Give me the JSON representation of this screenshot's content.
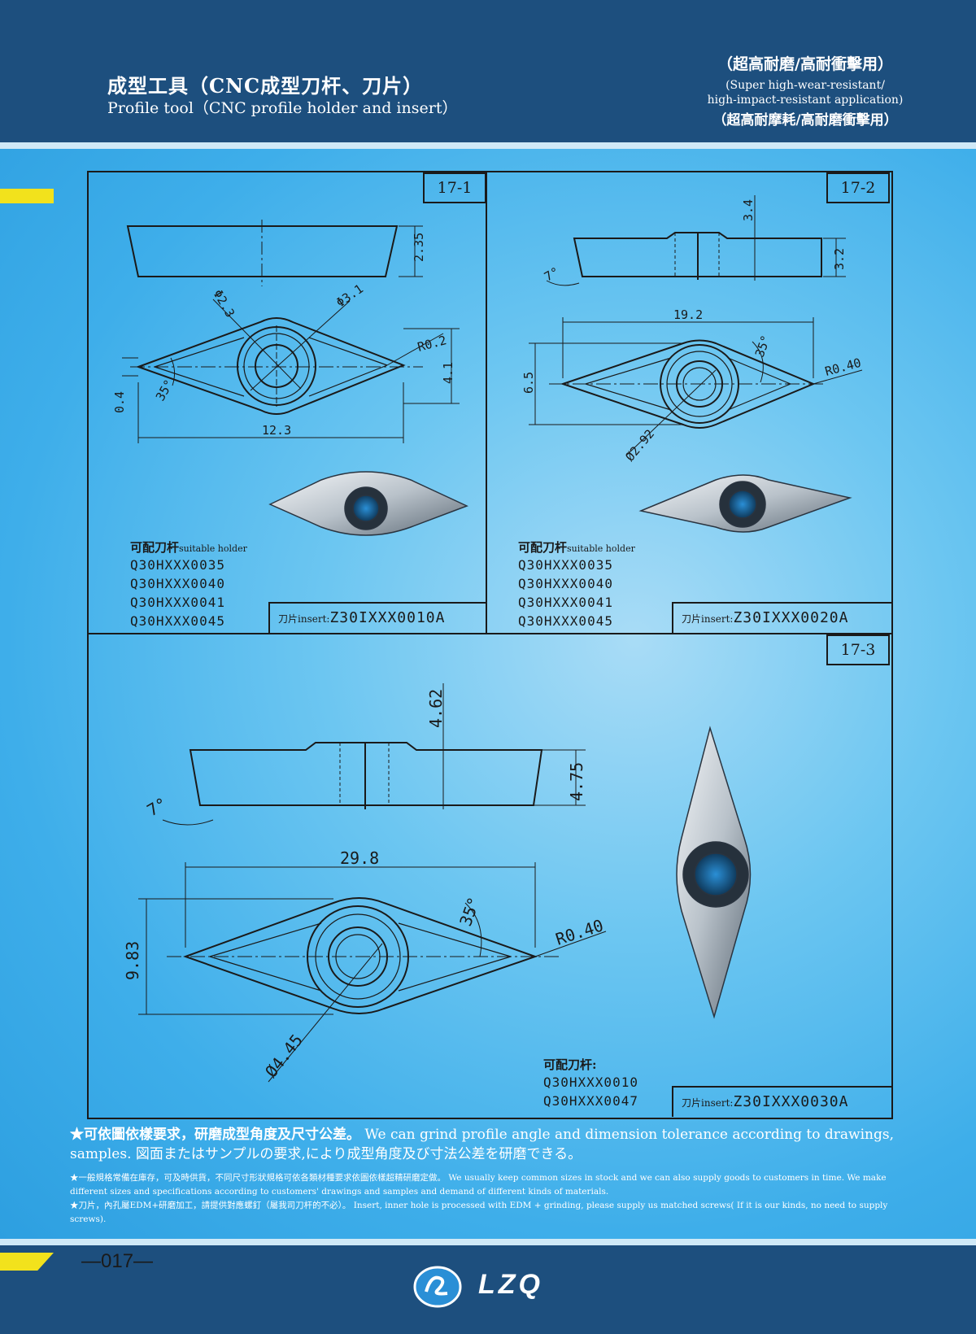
{
  "header": {
    "title_cn": "成型工具（CNC成型刀杆、刀片）",
    "title_en": "Profile tool（CNC profile holder and insert）",
    "right_cn": "（超高耐磨/高耐衝擊用）",
    "right_en_1": "(Super high-wear-resistant/",
    "right_en_2": "high-impact-resistant application)",
    "right_tw": "（超高耐摩耗/高耐磨衝擊用）"
  },
  "sections": [
    {
      "tag": "17-1",
      "holder_title": "可配刀杆",
      "holder_title_en": "suitable holder",
      "holders": [
        "Q30HXXX0035",
        "Q30HXXX0040",
        "Q30HXXX0041",
        "Q30HXXX0045"
      ],
      "insert_label": "刀片insert:",
      "insert_code": "Z30IXXX0010A",
      "dims": {
        "thick": "2.35",
        "hole_small": "Φ2.3",
        "hole_large": "Φ3.1",
        "radius": "R0.2",
        "width": "4.1",
        "length": "12.3",
        "angle": "35°",
        "tip": "0.4"
      }
    },
    {
      "tag": "17-2",
      "holder_title": "可配刀杆",
      "holder_title_en": "suitable holder",
      "holders": [
        "Q30HXXX0035",
        "Q30HXXX0040",
        "Q30HXXX0041",
        "Q30HXXX0045"
      ],
      "insert_label": "刀片insert:",
      "insert_code": "Z30IXXX0020A",
      "dims": {
        "top": "3.4",
        "thick": "3.2",
        "angle_side": "7°",
        "length": "19.2",
        "width": "6.5",
        "angle": "35°",
        "radius": "R0.40",
        "hole": "Ø2.92"
      }
    },
    {
      "tag": "17-3",
      "holder_title": "可配刀杆:",
      "holders": [
        "Q30HXXX0010",
        "Q30HXXX0047"
      ],
      "insert_label": "刀片insert:",
      "insert_code": "Z30IXXX0030A",
      "dims": {
        "top": "4.62",
        "thick": "4.75",
        "angle_side": "7°",
        "length": "29.8",
        "width": "9.83",
        "angle": "35°",
        "radius": "R0.40",
        "hole": "Ø4.45"
      }
    }
  ],
  "notes": {
    "line1_bold": "★可依圖依樣要求，研磨成型角度及尺寸公差。",
    "line1_en": "We can grind profile angle and dimension tolerance according to drawings, samples.",
    "line1_jp": "図面またはサンプルの要求,により成型角度及び寸法公差を研磨できる。",
    "line2": "★一般規格常備在庫存，可及時供貨，不同尺寸形狀規格可依各類材種要求依圖依樣超精研磨定做。 We usually keep common sizes in stock and we can also supply goods to customers in time. We make different sizes and specifications according to customers' drawings and samples and demand of different kinds of materials.",
    "line3": "★刀片，內孔屬EDM+研磨加工，請提供對應螺釘（屬我司刀杆的不必）。 Insert, inner hole is processed with EDM + grinding, please supply us matched screws( If it is our kinds, no need to supply screws)."
  },
  "footer": {
    "page": "—017—",
    "brand": "LZQ"
  }
}
